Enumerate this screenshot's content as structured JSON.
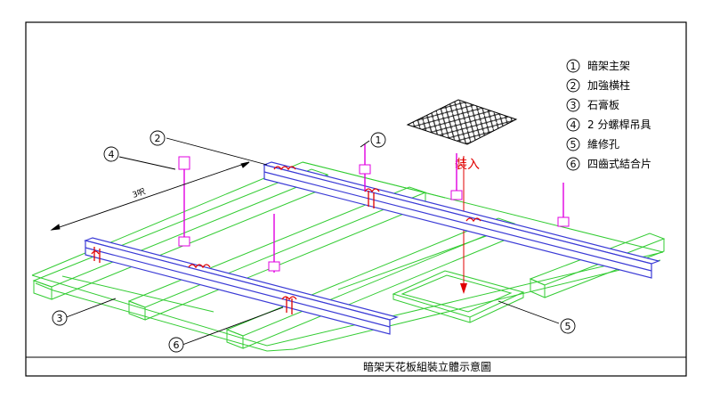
{
  "legend": [
    {
      "num": "1",
      "label": "暗架主架"
    },
    {
      "num": "2",
      "label": "加強横柱"
    },
    {
      "num": "3",
      "label": "石膏板"
    },
    {
      "num": "4",
      "label": "2 分螺桿吊具"
    },
    {
      "num": "5",
      "label": "維修孔"
    },
    {
      "num": "6",
      "label": "四齒式結合片"
    }
  ],
  "callouts": [
    "1",
    "2",
    "3",
    "4",
    "5",
    "6"
  ],
  "install_label": "裝入",
  "dimension_label": "3呎",
  "title": "暗架天花板組裝立體示意圖",
  "colors": {
    "main_beam": "#3b3bd6",
    "cross_tee": "#33cc33",
    "hanger": "#e000e0",
    "red": "#e00000",
    "board": "#333333"
  }
}
